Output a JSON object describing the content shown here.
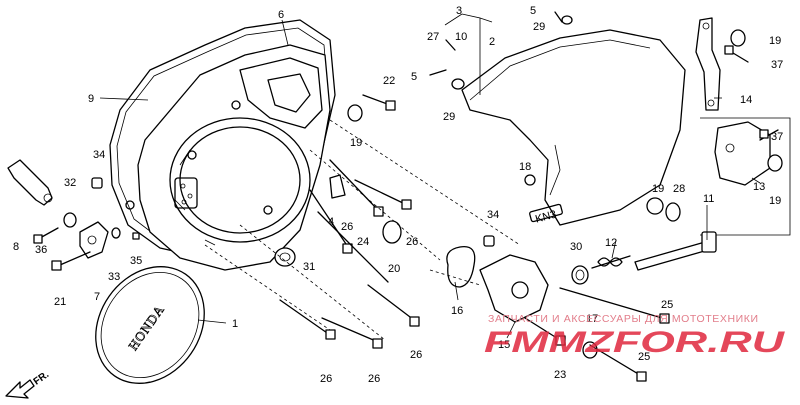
{
  "callouts": [
    {
      "num": "1"
    },
    {
      "num": "2"
    },
    {
      "num": "3"
    },
    {
      "num": "4"
    },
    {
      "num": "5"
    },
    {
      "num": "5"
    },
    {
      "num": "6"
    },
    {
      "num": "7"
    },
    {
      "num": "8"
    },
    {
      "num": "9"
    },
    {
      "num": "10"
    },
    {
      "num": "11"
    },
    {
      "num": "12"
    },
    {
      "num": "13"
    },
    {
      "num": "14"
    },
    {
      "num": "15"
    },
    {
      "num": "16"
    },
    {
      "num": "17"
    },
    {
      "num": "18"
    },
    {
      "num": "19"
    },
    {
      "num": "19"
    },
    {
      "num": "19"
    },
    {
      "num": "19"
    },
    {
      "num": "20"
    },
    {
      "num": "21"
    },
    {
      "num": "22"
    },
    {
      "num": "23"
    },
    {
      "num": "24"
    },
    {
      "num": "25"
    },
    {
      "num": "25"
    },
    {
      "num": "26"
    },
    {
      "num": "26"
    },
    {
      "num": "26"
    },
    {
      "num": "26"
    },
    {
      "num": "26"
    },
    {
      "num": "27"
    },
    {
      "num": "28"
    },
    {
      "num": "29"
    },
    {
      "num": "29"
    },
    {
      "num": "30"
    },
    {
      "num": "31"
    },
    {
      "num": "32"
    },
    {
      "num": "33"
    },
    {
      "num": "34"
    },
    {
      "num": "34"
    },
    {
      "num": "35"
    },
    {
      "num": "36"
    },
    {
      "num": "37"
    },
    {
      "num": "37"
    }
  ],
  "labels": {
    "emboss_brand": "HONDA",
    "direction": "FR.",
    "part_stamp": "KN3"
  },
  "watermark": {
    "tagline": "ЗАПЧАСТИ И АКСЕССУАРЫ ДЛЯ МОТОТЕХНИКИ",
    "logo": "FMMZFOR.RU"
  }
}
